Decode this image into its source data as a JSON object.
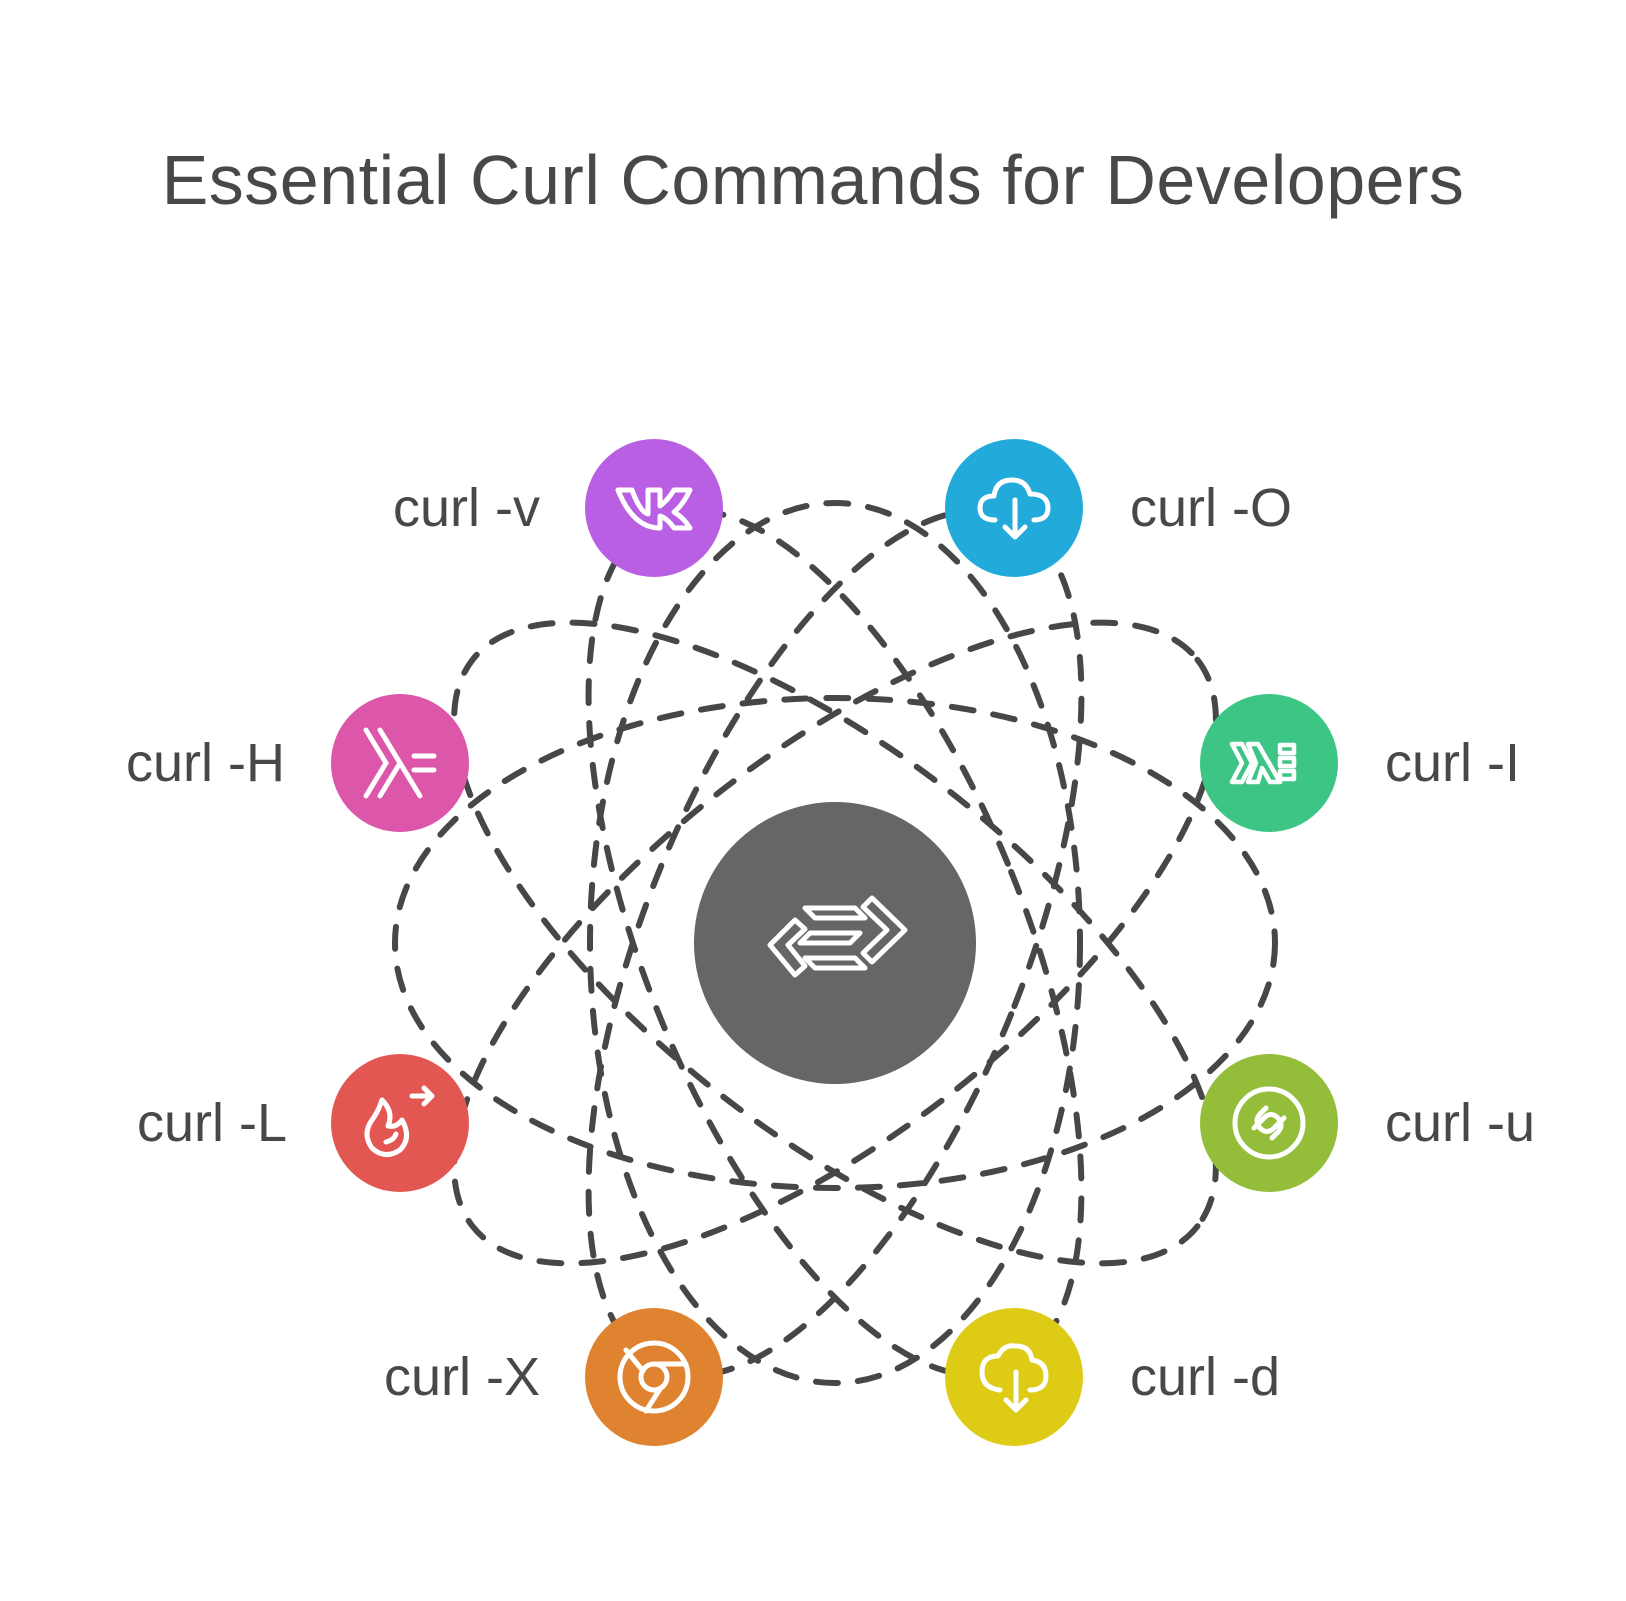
{
  "title": "Essential Curl Commands for Developers",
  "center": {
    "icon": "code-arrows-icon",
    "color": "#666666"
  },
  "connector_color": "#474747",
  "nodes": [
    {
      "id": "v",
      "label": "curl -v",
      "icon": "vk-logo-icon",
      "color": "#B85FE3",
      "side": "left"
    },
    {
      "id": "O",
      "label": "curl -O",
      "icon": "cloud-download-icon",
      "color": "#22ABDA",
      "side": "right"
    },
    {
      "id": "H",
      "label": "curl -H",
      "icon": "haskell-lambda-icon",
      "color": "#DC57A9",
      "side": "left"
    },
    {
      "id": "I",
      "label": "curl -I",
      "icon": "hexlet-chevrons-icon",
      "color": "#3DC585",
      "side": "right"
    },
    {
      "id": "L",
      "label": "curl -L",
      "icon": "flame-arrow-icon",
      "color": "#E35753",
      "side": "left"
    },
    {
      "id": "u",
      "label": "curl -u",
      "icon": "circle-link-icon",
      "color": "#94BD3A",
      "side": "right"
    },
    {
      "id": "X",
      "label": "curl -X",
      "icon": "chrome-logo-icon",
      "color": "#DF8330",
      "side": "left"
    },
    {
      "id": "d",
      "label": "curl -d",
      "icon": "cloud-download-icon",
      "color": "#DDCB16",
      "side": "right"
    }
  ]
}
